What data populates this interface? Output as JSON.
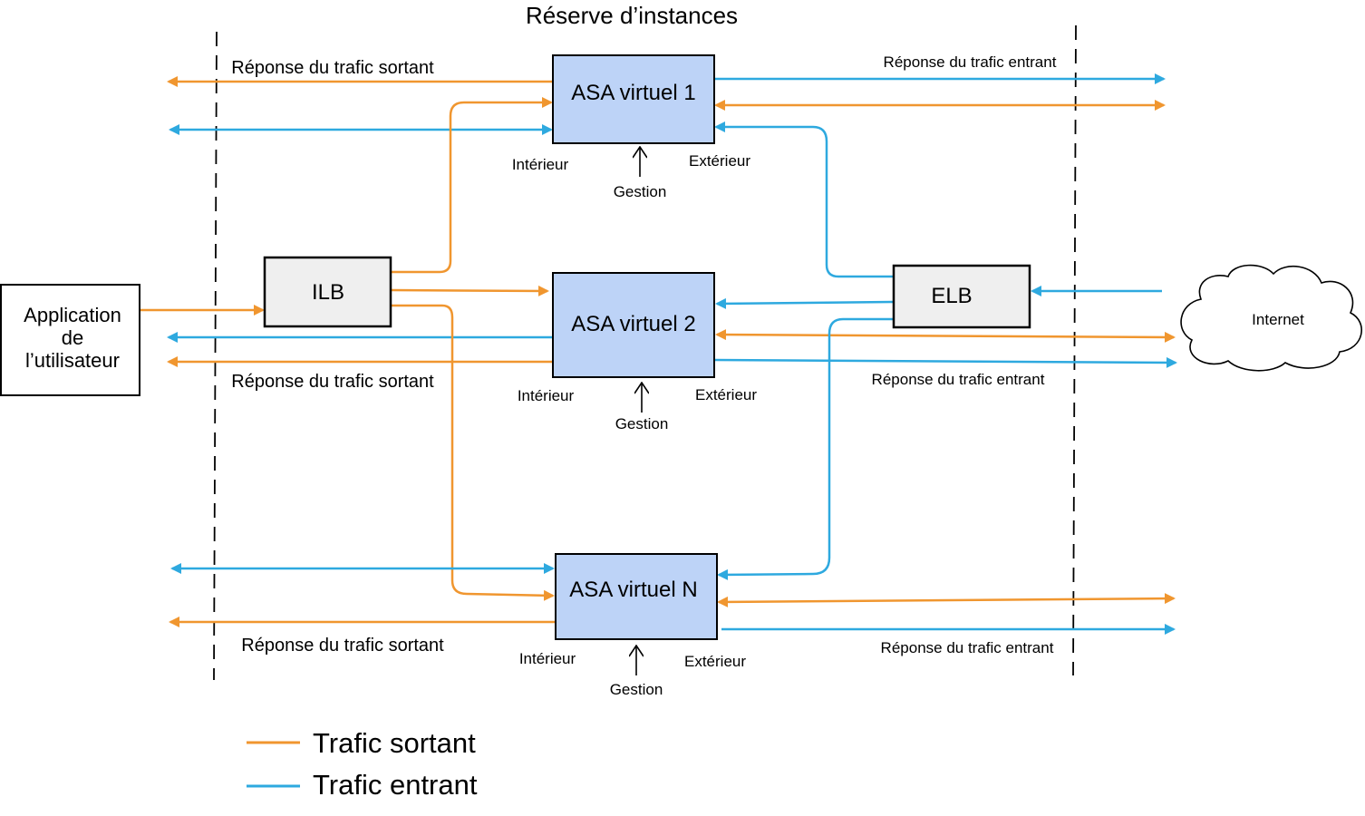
{
  "title": "Réserve d’instances",
  "colors": {
    "outbound": "#f0962f",
    "inbound": "#2ea9df",
    "asa_fill": "#bdd3f7",
    "lb_fill": "#efefef"
  },
  "app": {
    "line1": "Application",
    "line2": "de",
    "line3": "l’utilisateur"
  },
  "ilb": "ILB",
  "elb": "ELB",
  "internet": "Internet",
  "asa": [
    {
      "name": "ASA virtuel 1",
      "inside": "Intérieur",
      "outside": "Extérieur",
      "mgmt": "Gestion"
    },
    {
      "name": "ASA virtuel 2",
      "inside": "Intérieur",
      "outside": "Extérieur",
      "mgmt": "Gestion"
    },
    {
      "name": "ASA virtuel N",
      "inside": "Intérieur",
      "outside": "Extérieur",
      "mgmt": "Gestion"
    }
  ],
  "labels": {
    "out_resp": "Réponse du trafic sortant",
    "in_resp": "Réponse du trafic entrant"
  },
  "legend": {
    "outbound": "Trafic sortant",
    "inbound": "Trafic entrant"
  }
}
